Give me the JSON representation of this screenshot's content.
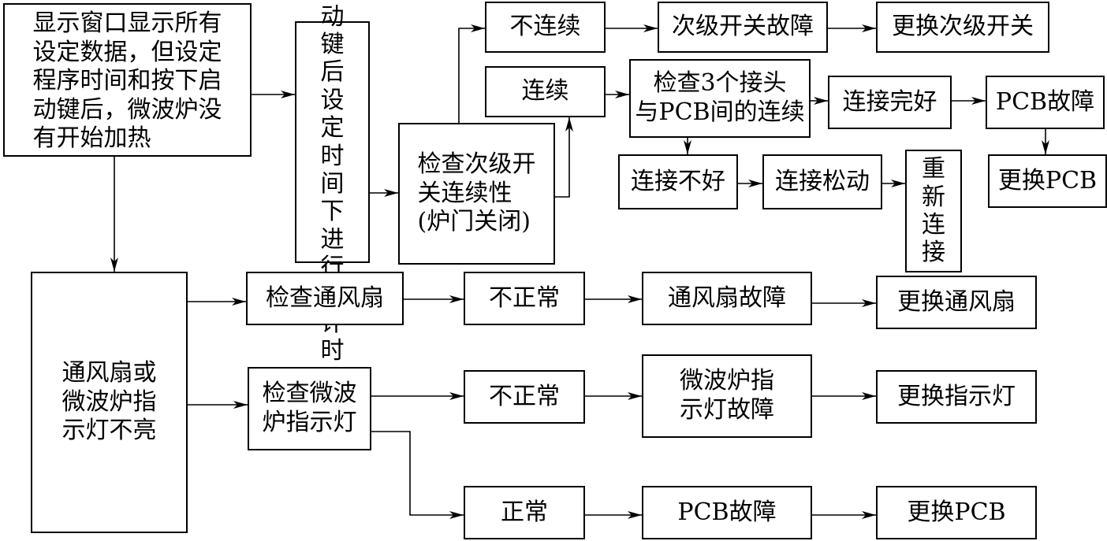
{
  "diagram": {
    "nodes": [
      {
        "id": "start",
        "text": "显示窗口显示所有\n设定数据，但设定\n程序时间和按下启\n动键后，微波炉没\n有开始加热"
      },
      {
        "id": "vent",
        "text": "通风扇或\n微波炉指\n示灯不亮"
      },
      {
        "id": "press",
        "text": "按\n下\n启\n动\n键\n后\n设\n定\n时\n间\n下\n进\n行\n倒\n计\n时"
      },
      {
        "id": "chkSec",
        "text": "检查次级开\n关连续性\n(炉门关闭)"
      },
      {
        "id": "nc1",
        "text": "不连续"
      },
      {
        "id": "c1",
        "text": "连续"
      },
      {
        "id": "secF",
        "text": "次级开关故障"
      },
      {
        "id": "repSec",
        "text": "更换次级开关"
      },
      {
        "id": "chk3",
        "text": "检查3个接头\n与PCB间的连续"
      },
      {
        "id": "connOk",
        "text": "连接完好"
      },
      {
        "id": "pcbF1",
        "text": "PCB故障"
      },
      {
        "id": "repPcb1",
        "text": "更换PCB"
      },
      {
        "id": "connBad",
        "text": "连接不好"
      },
      {
        "id": "loose",
        "text": "连接松动"
      },
      {
        "id": "recon",
        "text": "重\n新\n连\n接"
      },
      {
        "id": "chkFan",
        "text": "检查通风扇"
      },
      {
        "id": "ab1",
        "text": "不正常"
      },
      {
        "id": "fanF",
        "text": "通风扇故障"
      },
      {
        "id": "repFan",
        "text": "更换通风扇"
      },
      {
        "id": "chkLamp",
        "text": "检查微波\n炉指示灯"
      },
      {
        "id": "ab2",
        "text": "不正常"
      },
      {
        "id": "lampF",
        "text": "微波炉指\n示灯故障"
      },
      {
        "id": "repLamp",
        "text": "更换指示灯"
      },
      {
        "id": "normal",
        "text": "正常"
      },
      {
        "id": "pcbF2",
        "text": "PCB故障"
      },
      {
        "id": "repPcb2",
        "text": "更换PCB"
      }
    ],
    "edges": [
      [
        "start",
        "press"
      ],
      [
        "start",
        "vent"
      ],
      [
        "press",
        "chkSec"
      ],
      [
        "chkSec",
        "nc1"
      ],
      [
        "chkSec",
        "c1"
      ],
      [
        "nc1",
        "secF"
      ],
      [
        "secF",
        "repSec"
      ],
      [
        "c1",
        "chk3"
      ],
      [
        "chk3",
        "connOk"
      ],
      [
        "connOk",
        "pcbF1"
      ],
      [
        "pcbF1",
        "repPcb1"
      ],
      [
        "chk3",
        "connBad"
      ],
      [
        "connBad",
        "loose"
      ],
      [
        "loose",
        "recon"
      ],
      [
        "vent",
        "chkFan"
      ],
      [
        "chkFan",
        "ab1"
      ],
      [
        "ab1",
        "fanF"
      ],
      [
        "fanF",
        "repFan"
      ],
      [
        "vent",
        "chkLamp"
      ],
      [
        "chkLamp",
        "ab2"
      ],
      [
        "ab2",
        "lampF"
      ],
      [
        "lampF",
        "repLamp"
      ],
      [
        "chkLamp",
        "normal"
      ],
      [
        "normal",
        "pcbF2"
      ],
      [
        "pcbF2",
        "repPcb2"
      ]
    ]
  }
}
